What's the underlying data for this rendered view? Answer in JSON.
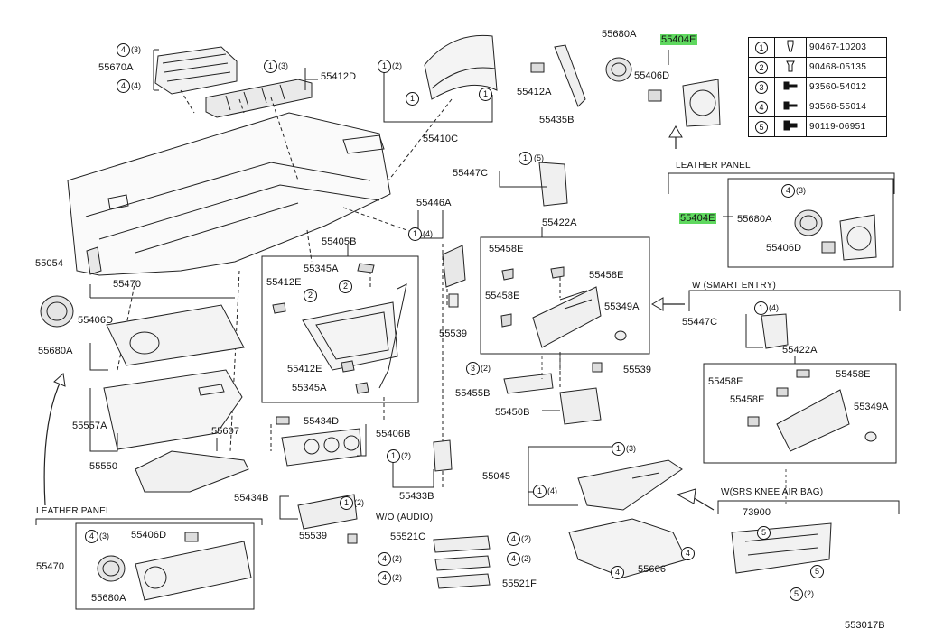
{
  "highlight_color": "#5fd85f",
  "diagram_code": "553017B",
  "sections": {
    "leather_panel_top": "LEATHER PANEL",
    "smart_entry": "W (SMART ENTRY)",
    "srs_knee": "W(SRS KNEE AIR BAG)",
    "leather_panel_bottom": "LEATHER PANEL",
    "wo_audio": "W/O (AUDIO)"
  },
  "parts": {
    "p55670A": "55670A",
    "p55412D": "55412D",
    "p55410C": "55410C",
    "p55412A": "55412A",
    "p55435B": "55435B",
    "p55680A_top": "55680A",
    "p55404E_top": "55404E",
    "p55406D_top": "55406D",
    "p55404E_mid": "55404E",
    "p55680A_mid": "55680A",
    "p55406D_mid": "55406D",
    "p55447C_a": "55447C",
    "p55422A_a": "55422A",
    "p55446A": "55446A",
    "p55458E_a1": "55458E",
    "p55458E_a2": "55458E",
    "p55458E_a3": "55458E",
    "p55349A_a": "55349A",
    "p55539_a": "55539",
    "p55405B": "55405B",
    "p55345A_1": "55345A",
    "p55412E_1": "55412E",
    "p55412E_2": "55412E",
    "p55345A_2": "55345A",
    "p55054": "55054",
    "p55470": "55470",
    "p55406D_left": "55406D",
    "p55680A_left": "55680A",
    "p55557A": "55557A",
    "p55550": "55550",
    "p55607": "55607",
    "p55434D": "55434D",
    "p55406B": "55406B",
    "p55434B": "55434B",
    "p55539_b": "55539",
    "p55433B": "55433B",
    "p55455B": "55455B",
    "p55450B": "55450B",
    "p55539_c": "55539",
    "p55045": "55045",
    "p55606": "55606",
    "p55521C": "55521C",
    "p55521F": "55521F",
    "p55447C_b": "55447C",
    "p55422A_b": "55422A",
    "p55458E_b1": "55458E",
    "p55458E_b2": "55458E",
    "p55458E_b3": "55458E",
    "p55349A_b": "55349A",
    "p73900": "73900",
    "p55470_b": "55470",
    "p55406D_b": "55406D",
    "p55680A_b": "55680A"
  },
  "callouts": [
    {
      "n": "4",
      "q": "(3)"
    },
    {
      "n": "4",
      "q": "(4)"
    },
    {
      "n": "1",
      "q": "(3)"
    },
    {
      "n": "1",
      "q": "(2)"
    },
    {
      "n": "1",
      "q": ""
    },
    {
      "n": "1",
      "q": ""
    },
    {
      "n": "4",
      "q": "(3)"
    },
    {
      "n": "1",
      "q": "(5)"
    },
    {
      "n": "1",
      "q": "(4)"
    },
    {
      "n": "2",
      "q": ""
    },
    {
      "n": "2",
      "q": ""
    },
    {
      "n": "3",
      "q": "(2)"
    },
    {
      "n": "1",
      "q": "(2)"
    },
    {
      "n": "1",
      "q": "(2)"
    },
    {
      "n": "1",
      "q": "(3)"
    },
    {
      "n": "1",
      "q": "(4)"
    },
    {
      "n": "4",
      "q": ""
    },
    {
      "n": "4",
      "q": "(2)"
    },
    {
      "n": "4",
      "q": "(2)"
    },
    {
      "n": "4",
      "q": "(2)"
    },
    {
      "n": "4",
      "q": "(2)"
    },
    {
      "n": "1",
      "q": "(4)"
    },
    {
      "n": "5",
      "q": ""
    },
    {
      "n": "5",
      "q": ""
    },
    {
      "n": "5",
      "q": "(2)"
    },
    {
      "n": "4",
      "q": "(3)"
    },
    {
      "n": "4",
      "q": ""
    }
  ],
  "legend": [
    {
      "num": "1",
      "icon": "clip-icon",
      "part": "90467-10203"
    },
    {
      "num": "2",
      "icon": "clip-icon",
      "part": "90468-05135"
    },
    {
      "num": "3",
      "icon": "screw-icon",
      "part": "93560-54012"
    },
    {
      "num": "4",
      "icon": "screw-icon",
      "part": "93568-55014"
    },
    {
      "num": "5",
      "icon": "bolt-icon",
      "part": "90119-06951"
    }
  ]
}
